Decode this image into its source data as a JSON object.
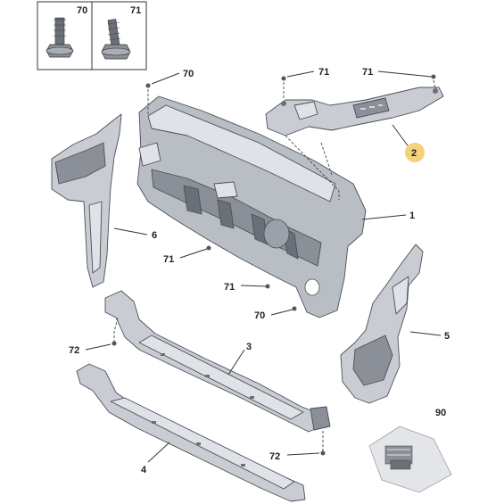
{
  "inset": {
    "left_label": "70",
    "right_label": "71"
  },
  "callouts": {
    "c70_top": "70",
    "c71_top_left": "71",
    "c71_top_right": "71",
    "c2": "2",
    "c1": "1",
    "c6": "6",
    "c71_mid_a": "71",
    "c71_mid_b": "71",
    "c70_mid": "70",
    "c5": "5",
    "c72_left": "72",
    "c3": "3",
    "c90": "90",
    "c72_bottom": "72",
    "c4": "4"
  },
  "colors": {
    "part_fill": "#c9cdd3",
    "part_dark": "#8b9098",
    "part_light": "#dfe2e6",
    "highlight_circle": "#f4d27a"
  }
}
